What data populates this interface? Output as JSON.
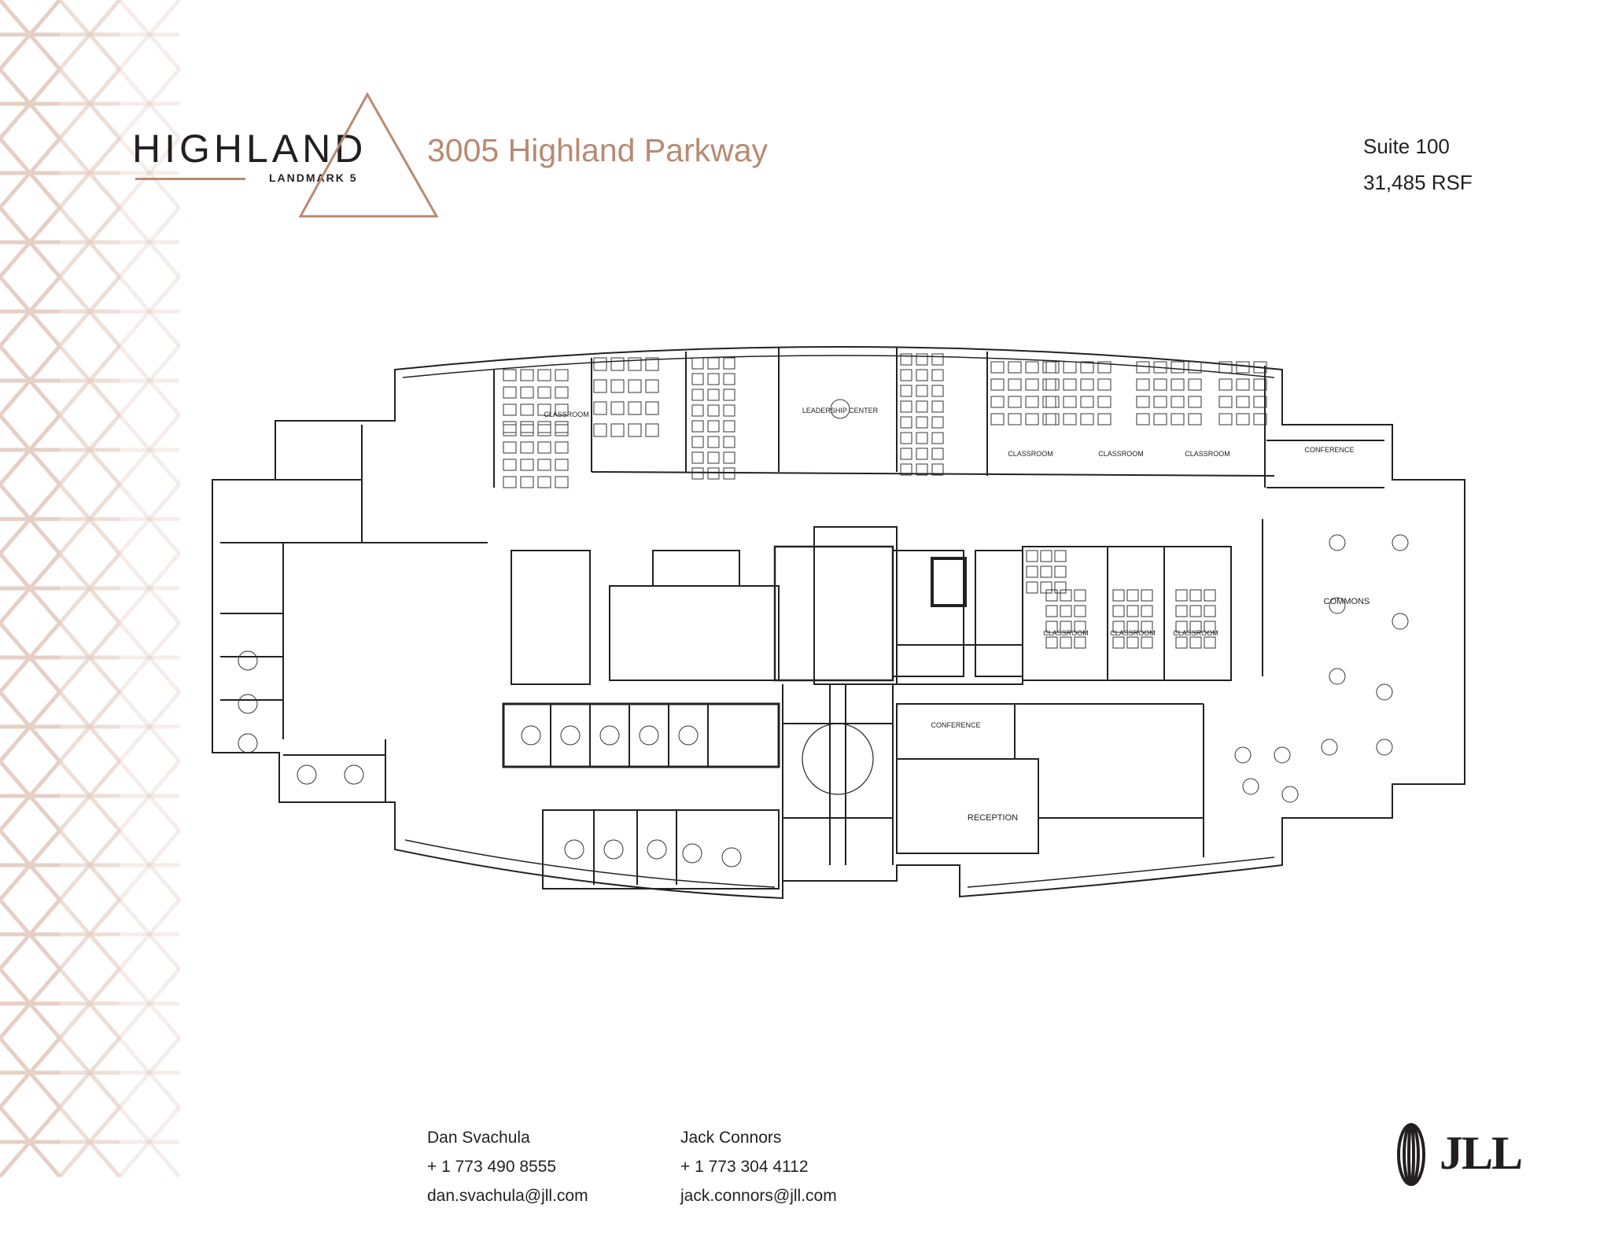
{
  "brand": {
    "logo_word": "HIGHLAND",
    "logo_sub": "LANDMARK 5",
    "accent_color": "#b88a72"
  },
  "header": {
    "address": "3005 Highland Parkway",
    "suite": "Suite 100",
    "area": "31,485 RSF"
  },
  "floor_plan": {
    "labels": {
      "leadership": "LEADERSHIP CENTER",
      "classroom": "CLASSROOM",
      "conference": "CONFERENCE",
      "commons": "COMMONS",
      "reception": "RECEPTION"
    }
  },
  "contacts": [
    {
      "name": "Dan Svachula",
      "phone": "+ 1 773 490 8555",
      "email": "dan.svachula@jll.com"
    },
    {
      "name": "Jack Connors",
      "phone": "+ 1 773 304 4112",
      "email": "jack.connors@jll.com"
    }
  ],
  "footer_logo": "JLL"
}
